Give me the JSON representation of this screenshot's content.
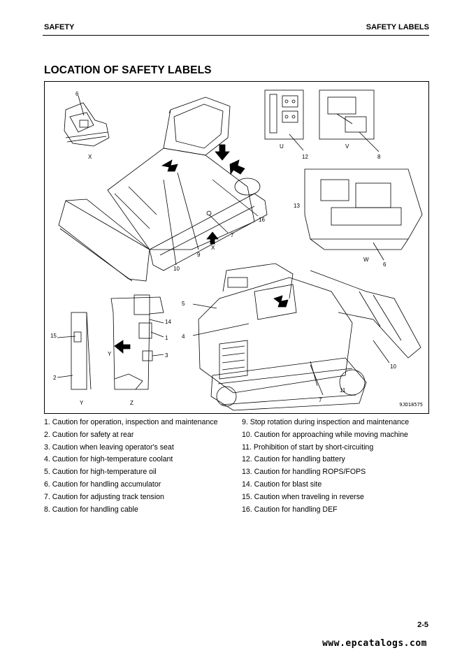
{
  "header": {
    "section": "SAFETY",
    "subsection": "SAFETY LABELS"
  },
  "page_title": "LOCATION OF SAFETY LABELS",
  "figure": {
    "id": "9JD18575",
    "callouts": [
      "1",
      "2",
      "3",
      "4",
      "5",
      "6",
      "7",
      "8",
      "9",
      "10",
      "11",
      "12",
      "13",
      "14",
      "15",
      "16"
    ],
    "view_letters": [
      "X",
      "U",
      "V",
      "W",
      "Y",
      "Z"
    ]
  },
  "legend_left": [
    "1. Caution for operation, inspection and maintenance",
    "2. Caution for safety at rear",
    "3. Caution when leaving operator's seat",
    "4. Caution for high-temperature coolant",
    "5. Caution for high-temperature oil",
    "6. Caution for handling accumulator",
    "7. Caution for adjusting track tension",
    "8. Caution for handling cable"
  ],
  "legend_right": [
    "9. Stop rotation during inspection and maintenance",
    "10. Caution for approaching while moving machine",
    "11. Prohibition of start by short-circuiting",
    "12. Caution for handling battery",
    "13. Caution for handling ROPS/FOPS",
    "14. Caution for blast site",
    "15. Caution when traveling in reverse",
    "16. Caution for handling DEF"
  ],
  "page_number": "2-5",
  "footer_url": "www.epcatalogs.com"
}
